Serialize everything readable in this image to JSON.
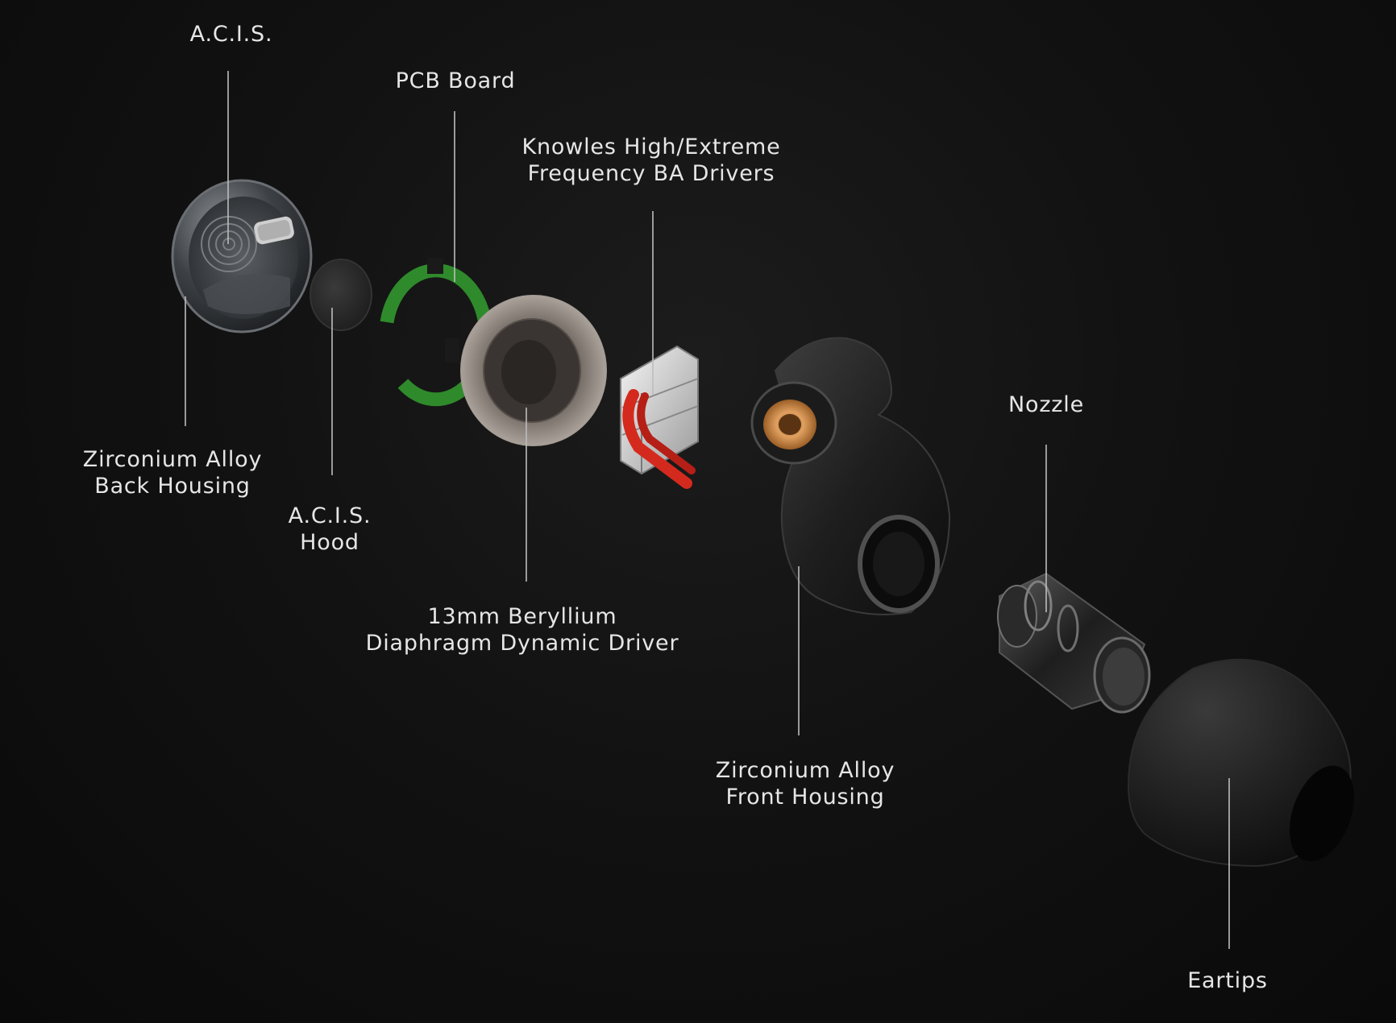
{
  "diagram": {
    "labels": {
      "acis_top": "A.C.I.S.",
      "pcb_board": "PCB Board",
      "knowles_line1": "Knowles High/Extreme",
      "knowles_line2": "Frequency BA Drivers",
      "back_housing_line1": "Zirconium Alloy",
      "back_housing_line2": "Back Housing",
      "acis_hood_line1": "A.C.I.S.",
      "acis_hood_line2": "Hood",
      "driver_line1": "13mm Beryllium",
      "driver_line2": "Diaphragm Dynamic Driver",
      "nozzle": "Nozzle",
      "front_housing_line1": "Zirconium Alloy",
      "front_housing_line2": "Front Housing",
      "eartips": "Eartips"
    },
    "colors": {
      "background": "#111111",
      "text": "#e6e6e6",
      "leader_line": "#bdbdbd",
      "pcb_green": "#2f8a2c",
      "ba_red": "#d42a1e",
      "connector_gold": "#d08a3c"
    }
  }
}
